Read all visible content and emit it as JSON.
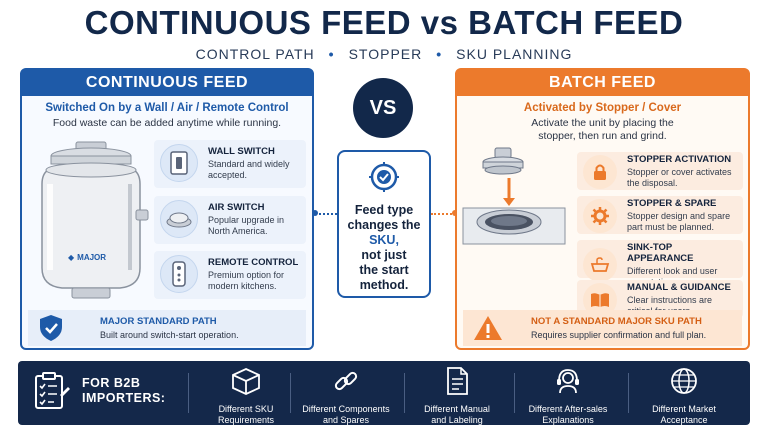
{
  "header": {
    "title": "CONTINUOUS FEED vs BATCH FEED",
    "subtitle": [
      "CONTROL PATH",
      "STOPPER",
      "SKU PLANNING"
    ]
  },
  "left_panel": {
    "title": "CONTINUOUS FEED",
    "subtitle": "Switched On by a Wall / Air / Remote Control",
    "description": "Food waste can be added anytime while running.",
    "brand": "MAJOR",
    "features": [
      {
        "title": "WALL SWITCH",
        "desc": "Standard and widely accepted.",
        "icon": "wall-switch-icon"
      },
      {
        "title": "AIR SWITCH",
        "desc": "Popular upgrade in North America.",
        "icon": "air-switch-icon"
      },
      {
        "title": "REMOTE CONTROL",
        "desc": "Premium option for modern kitchens.",
        "icon": "remote-control-icon"
      }
    ],
    "note": {
      "title": "MAJOR STANDARD PATH",
      "desc": "Built around switch-start operation.",
      "icon": "shield-check-icon"
    }
  },
  "center": {
    "vs": "VS",
    "line1": "Feed type",
    "line2": "changes the",
    "highlight": "SKU,",
    "line3": "not just",
    "line4": "the start",
    "line5": "method."
  },
  "right_panel": {
    "title": "BATCH FEED",
    "subtitle": "Activated by Stopper / Cover",
    "description": "Activate the unit by placing the stopper, then run and grind.",
    "features": [
      {
        "title": "STOPPER ACTIVATION",
        "desc": "Stopper or cover activates the disposal.",
        "icon": "lock-icon"
      },
      {
        "title": "STOPPER & SPARE",
        "desc": "Stopper design and spare part must be planned.",
        "icon": "gear-icon"
      },
      {
        "title": "SINK-TOP APPEARANCE",
        "desc": "Different look and user expectation.",
        "icon": "sink-icon"
      },
      {
        "title": "MANUAL & GUIDANCE",
        "desc": "Clear instructions are critical for users.",
        "icon": "book-icon"
      }
    ],
    "note": {
      "title": "NOT A STANDARD MAJOR SKU PATH",
      "desc": "Requires supplier confirmation and full plan.",
      "icon": "warning-icon"
    }
  },
  "footer": {
    "lead": [
      "FOR B2B",
      "IMPORTERS:"
    ],
    "items": [
      {
        "label": [
          "Different SKU",
          "Requirements"
        ],
        "icon": "box-icon"
      },
      {
        "label": [
          "Different Components",
          "and Spares"
        ],
        "icon": "link-icon"
      },
      {
        "label": [
          "Different Manual",
          "and Labeling"
        ],
        "icon": "document-icon"
      },
      {
        "label": [
          "Different After-sales",
          "Explanations"
        ],
        "icon": "headset-icon"
      },
      {
        "label": [
          "Different Market",
          "Acceptance"
        ],
        "icon": "globe-icon"
      }
    ]
  },
  "colors": {
    "navy": "#12284a",
    "blue": "#1e5aa8",
    "orange": "#ec7a2c"
  }
}
